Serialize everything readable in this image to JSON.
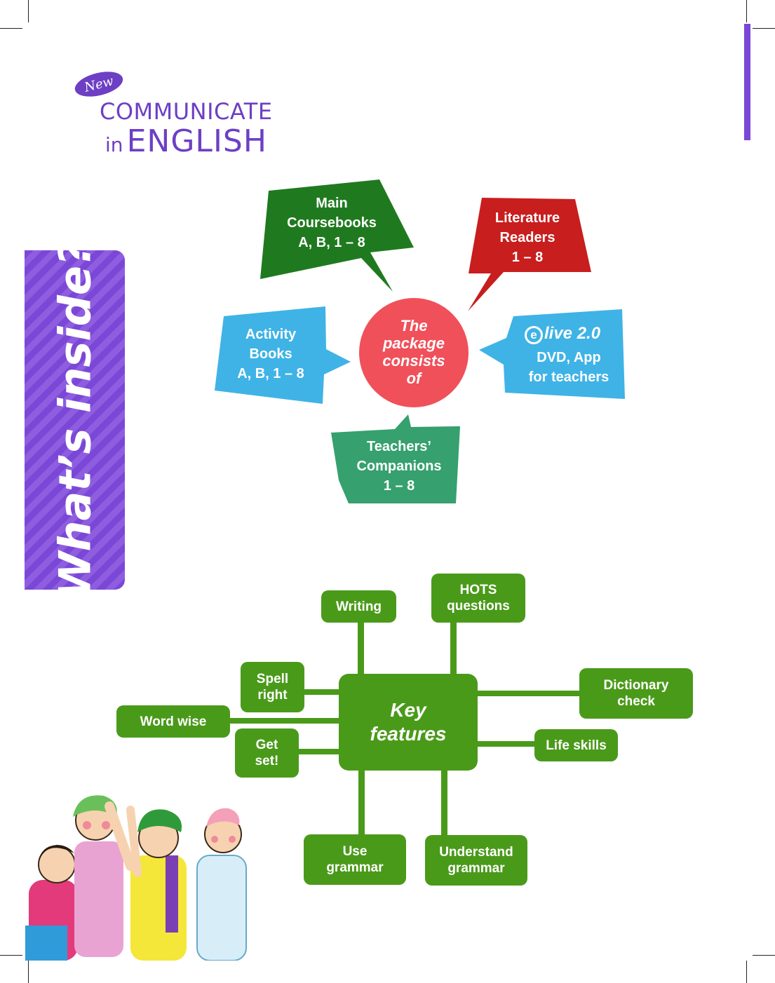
{
  "logo": {
    "badge": "New",
    "line1": "COMMUNICATE",
    "line2_prefix": "in",
    "line2_main": "ENGLISH"
  },
  "side_title": "What’s inside?",
  "package": {
    "center_lines": [
      "The",
      "package",
      "consists",
      "of"
    ],
    "main_coursebooks": [
      "Main",
      "Coursebooks",
      "A, B, 1 – 8"
    ],
    "literature_readers": [
      "Literature",
      "Readers",
      "1 – 8"
    ],
    "activity_books": [
      "Activity",
      "Books",
      "A, B, 1 – 8"
    ],
    "elive_brand": "live 2.0",
    "elive": [
      "DVD, App",
      "for teachers"
    ],
    "teachers_companions": [
      "Teachers’",
      "Companions",
      "1 – 8"
    ]
  },
  "key_features": {
    "center_lines": [
      "Key",
      "features"
    ],
    "writing": [
      "Writing"
    ],
    "hots": [
      "HOTS",
      "questions"
    ],
    "spell_right": [
      "Spell",
      "right"
    ],
    "word_wise": [
      "Word wise"
    ],
    "get_set": [
      "Get",
      "set!"
    ],
    "dictionary_check": [
      "Dictionary",
      "check"
    ],
    "life_skills": [
      "Life skills"
    ],
    "use_grammar": [
      "Use",
      "grammar"
    ],
    "understand_grammar": [
      "Understand",
      "grammar"
    ]
  },
  "colors": {
    "purple": "#7b47d6",
    "dark_green": "#1f7a1f",
    "red": "#c81e1e",
    "sky_blue": "#3fb3e6",
    "teal": "#36a06e",
    "coral": "#f0505a",
    "leaf_green": "#4a9a1a"
  }
}
